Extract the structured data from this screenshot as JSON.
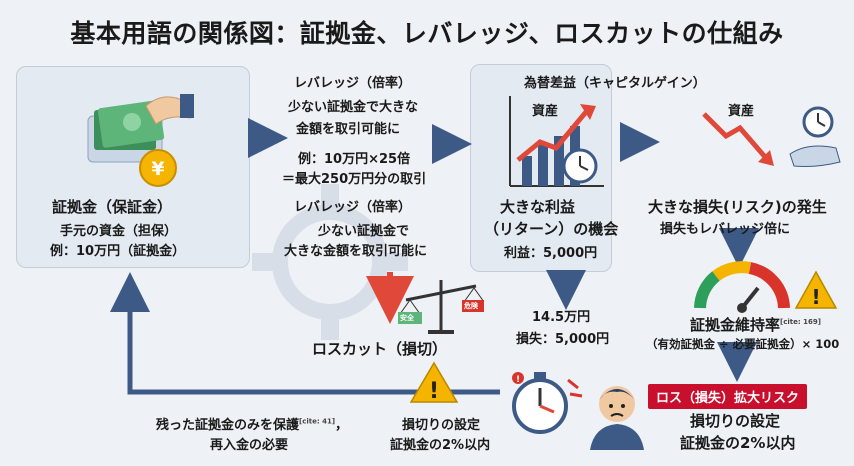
{
  "title": "基本用語の関係図：証拠金、レバレッジ、ロスカットの仕組み",
  "margin_box": {
    "title": "証拠金（保証金）",
    "line1": "手元の資金（担保）",
    "line2": "例：10万円（証拠金）"
  },
  "leverage_top": {
    "title": "レバレッジ（倍率）",
    "line1": "少ない証拠金で大きな",
    "line2": "金額を取引可能に",
    "example1": "例：10万円×25倍",
    "example2": "＝最大250万円分の取引"
  },
  "leverage_bottom": {
    "title": "レバレッジ（倍率）",
    "line1": "少ない証拠金で",
    "line2": "大きな金額を取引可能に"
  },
  "profit_box": {
    "header": "為替差益（キャピタルゲイン）",
    "asset_label": "資産",
    "line1": "大きな利益",
    "line2": "（リターン）の機会",
    "line3": "利益：5,000円"
  },
  "loss_box": {
    "asset_label": "資産",
    "line1": "大きな損失(リスク)の発生",
    "line2": "損失もレバレッジ倍に"
  },
  "scale": {
    "left_label": "安全",
    "right_label": "危険"
  },
  "losscut_label": "ロスカット（損切）",
  "value_block": {
    "line1": "14.5万円",
    "line2": "損失：5,000円"
  },
  "margin_ratio": {
    "title": "証拠金維持率",
    "cite": "[cite: 169]",
    "formula": "（有効証拠金 ÷ 必要証拠金）× 100"
  },
  "risk_badge": "ロス（損失）拡大リスク",
  "stoploss_right": {
    "line1": "損切りの設定",
    "line2": "証拠金の2%以内"
  },
  "stoploss_center": {
    "line1": "損切りの設定",
    "line2": "証拠金の2%以内"
  },
  "remaining": {
    "line1": "残った証拠金のみを保護",
    "cite": "[cite: 41]",
    "comma": "，",
    "line2": "再入金の必要"
  },
  "colors": {
    "accent_blue": "#3d5a86",
    "loss_red": "#d9342b",
    "badge_red": "#c8102e",
    "warn_yellow": "#f4b400",
    "panel_bg": "#e4eaf2"
  },
  "icons": [
    "money-hand-icon",
    "yen-coin-icon",
    "profit-chart-icon",
    "loss-chart-icon",
    "clock-icon",
    "clock-hand-icon",
    "balance-scale-icon",
    "warning-icon",
    "gauge-icon",
    "stopwatch-icon",
    "worried-person-icon",
    "gear-background-icon"
  ]
}
